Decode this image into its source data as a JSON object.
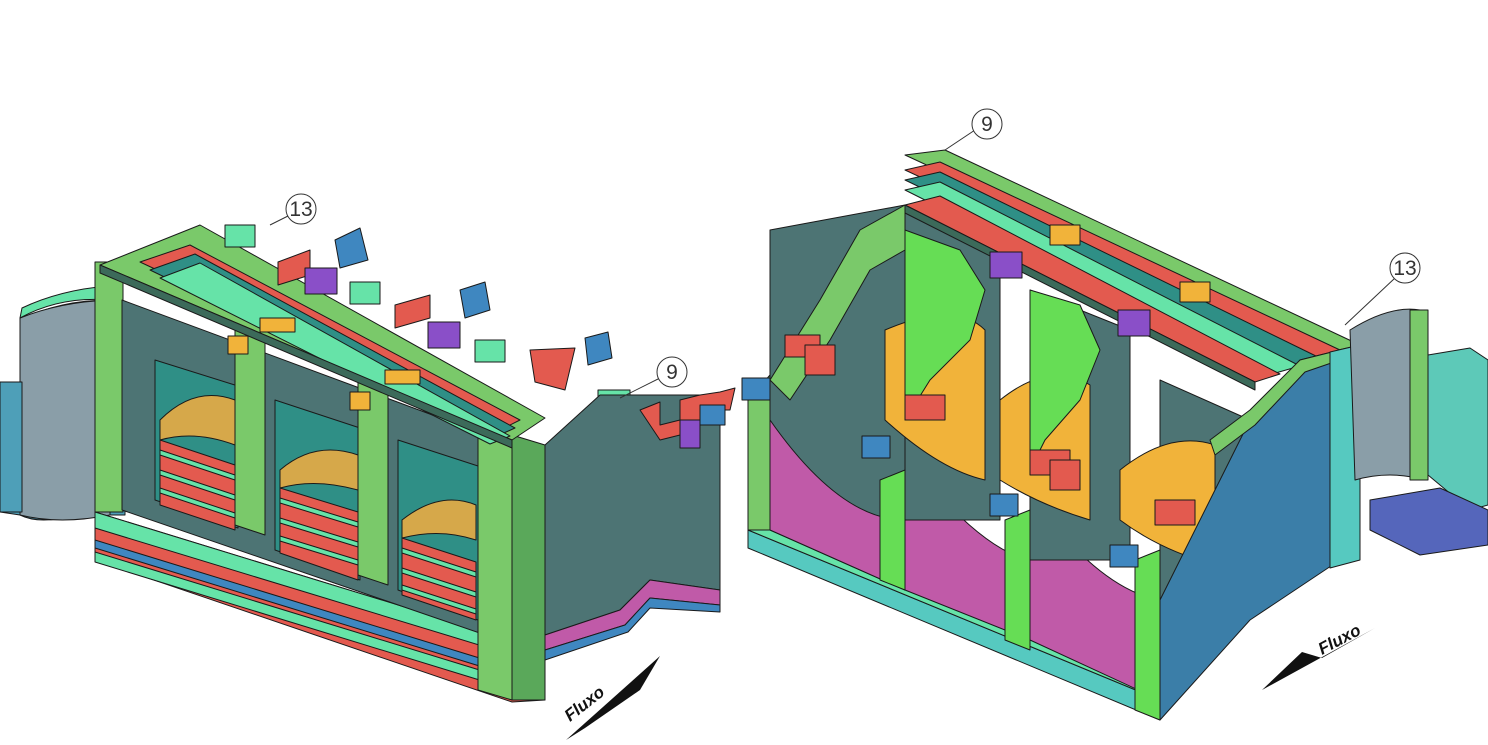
{
  "views": [
    {
      "id": "left",
      "callouts": [
        {
          "id": "c13",
          "label": "13"
        },
        {
          "id": "c9",
          "label": "9"
        }
      ],
      "flow_label": "Fluxo"
    },
    {
      "id": "right",
      "callouts": [
        {
          "id": "c9",
          "label": "9"
        },
        {
          "id": "c13",
          "label": "13"
        }
      ],
      "flow_label": "Fluxo"
    }
  ],
  "colors": {
    "outline": "#1a1a1a",
    "deck_green": "#7ac96a",
    "bright_green": "#66dd55",
    "mint": "#66e3a8",
    "red": "#e35a4f",
    "orange": "#f1b33a",
    "purple": "#8a4fc8",
    "magenta": "#c05aa8",
    "teal_wall": "#4d7474",
    "blue": "#3f87c0",
    "steel_blue": "#3b7ea8",
    "cyan": "#56c9c0"
  }
}
